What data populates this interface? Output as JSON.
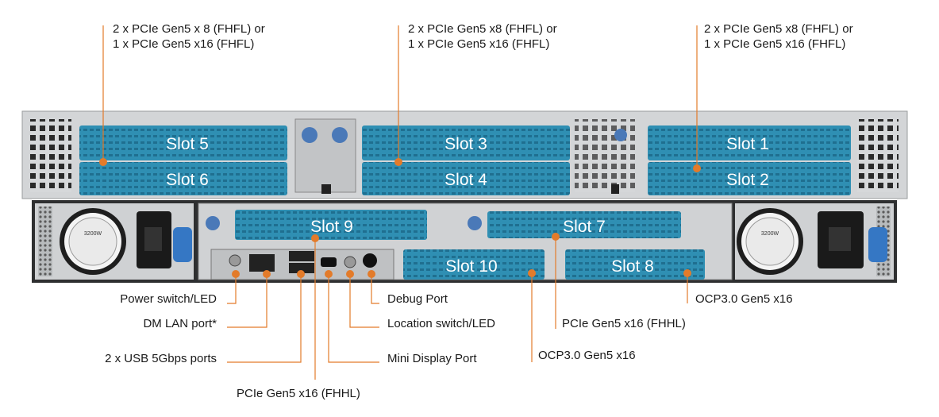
{
  "callouts": {
    "slot56": [
      "2 x PCIe Gen5 x 8 (FHFL) or",
      "1 x PCIe Gen5 x16 (FHFL)"
    ],
    "slot34": [
      "2 x PCIe Gen5 x8 (FHFL) or",
      "1 x PCIe Gen5 x16 (FHFL)"
    ],
    "slot12": [
      "2 x PCIe Gen5 x8 (FHFL) or",
      "1 x PCIe Gen5 x16 (FHFL)"
    ],
    "power_switch": "Power switch/LED",
    "dm_lan": "DM LAN port*",
    "usb": "2 x USB 5Gbps ports",
    "pcie_slot9": "PCIe Gen5 x16 (FHHL)",
    "debug_port": "Debug Port",
    "location_switch": "Location switch/LED",
    "mini_dp": "Mini Display Port",
    "ocp_slot10": "OCP3.0 Gen5 x16",
    "pcie_slot7": "PCIe Gen5 x16 (FHHL)",
    "ocp_slot8": "OCP3.0 Gen5 x16"
  },
  "slots": {
    "s1": "Slot 1",
    "s2": "Slot 2",
    "s3": "Slot 3",
    "s4": "Slot 4",
    "s5": "Slot 5",
    "s6": "Slot 6",
    "s7": "Slot 7",
    "s8": "Slot 8",
    "s9": "Slot 9",
    "s10": "Slot 10"
  },
  "psu_label": "3200W",
  "colors": {
    "slot_blue": "#2f8fb3",
    "callout_orange": "#e37b2a",
    "chassis": "#c9ccce",
    "chassis_dark": "#3a3a3a"
  }
}
